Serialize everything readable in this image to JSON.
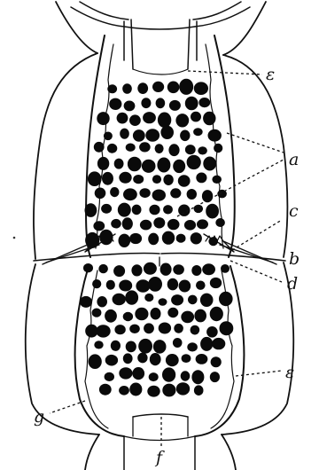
{
  "figure": {
    "labels": {
      "a": "a",
      "b": "b",
      "c": "c",
      "d": "d",
      "e_top": "ε",
      "e_bottom": "ε",
      "f": "f",
      "g": "g"
    }
  }
}
